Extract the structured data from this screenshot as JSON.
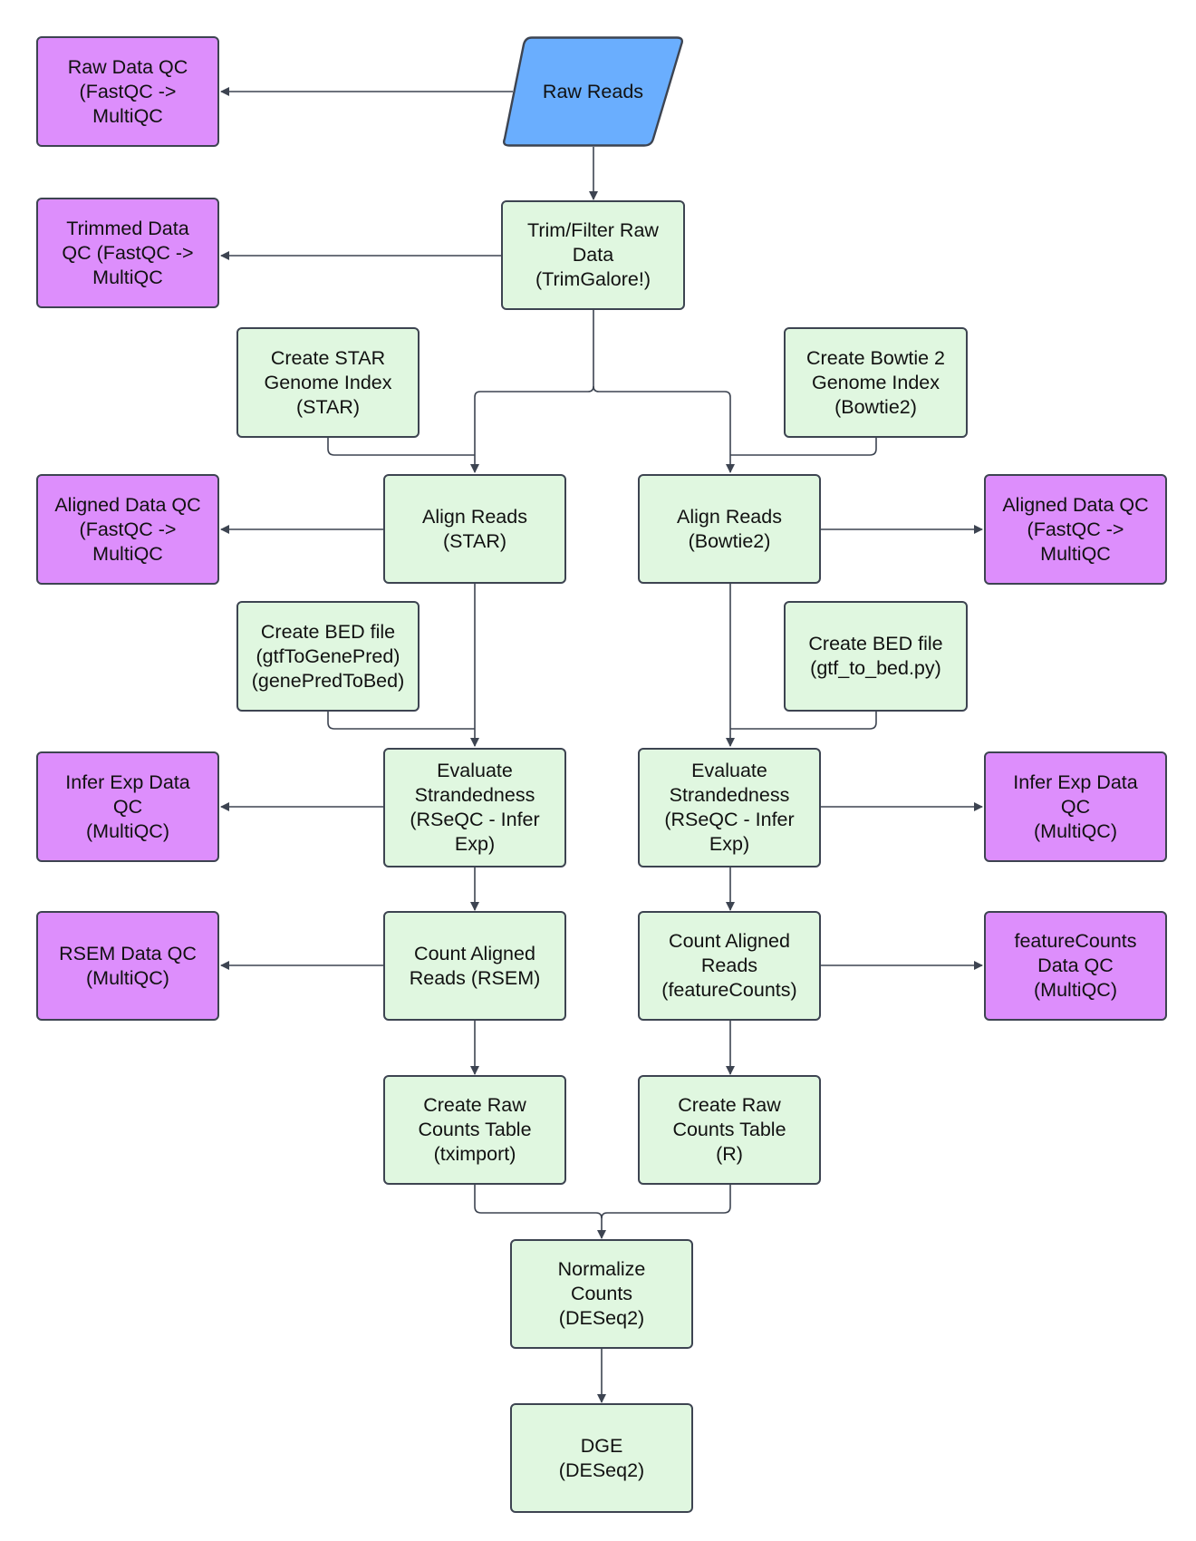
{
  "colors": {
    "process_fill": "#e0f7e0",
    "qc_fill": "#dd8efc",
    "input_fill": "#6aaefe",
    "border": "#3d4451",
    "connector": "#3d4451"
  },
  "nodes": {
    "raw_reads": "Raw Reads",
    "raw_qc": "Raw Data QC\n(FastQC ->\nMultiQC",
    "trim": "Trim/Filter Raw\nData\n(TrimGalore!)",
    "trimmed_qc": "Trimmed Data\nQC (FastQC ->\nMultiQC",
    "star_index": "Create STAR\nGenome Index\n(STAR)",
    "bowtie_index": "Create Bowtie 2\nGenome Index\n(Bowtie2)",
    "align_star": "Align Reads\n(STAR)",
    "align_bowtie": "Align Reads\n(Bowtie2)",
    "aligned_qc_left": "Aligned Data QC\n(FastQC ->\nMultiQC",
    "aligned_qc_right": "Aligned Data QC\n(FastQC ->\nMultiQC",
    "bed_left": "Create BED file\n(gtfToGenePred)\n(genePredToBed)",
    "bed_right": "Create BED file\n(gtf_to_bed.py)",
    "strand_left": "Evaluate\nStrandedness\n(RSeQC - Infer\nExp)",
    "strand_right": "Evaluate\nStrandedness\n(RSeQC - Infer\nExp)",
    "infer_qc_left": "Infer Exp Data\nQC\n(MultiQC)",
    "infer_qc_right": "Infer Exp Data\nQC\n(MultiQC)",
    "count_rsem": "Count Aligned\nReads (RSEM)",
    "count_fc": "Count Aligned\nReads\n(featureCounts)",
    "rsem_qc": "RSEM Data QC\n(MultiQC)",
    "fc_qc": "featureCounts\nData QC\n(MultiQC)",
    "table_left": "Create Raw\nCounts Table\n(tximport)",
    "table_right": "Create Raw\nCounts Table\n(R)",
    "normalize": "Normalize\nCounts\n(DESeq2)",
    "dge": "DGE\n(DESeq2)"
  }
}
